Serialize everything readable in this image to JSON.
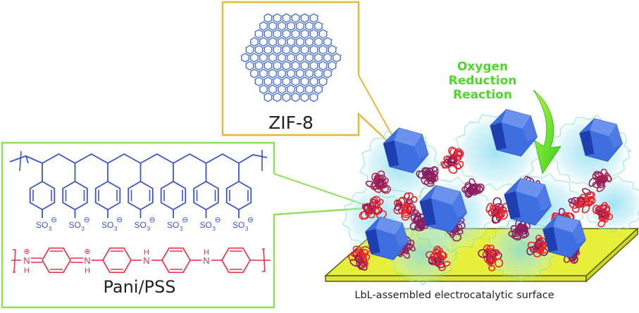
{
  "figure": {
    "zif_callout": {
      "label": "ZIF-8",
      "icon": "zif8-crystal-lattice"
    },
    "polymer_callout": {
      "label": "Pani/PSS",
      "pss": {
        "repeat_units": 7,
        "group_label": "SO",
        "group_subscript": "3",
        "charge": "⊖"
      },
      "pani": {
        "n_label": "N",
        "h_label": "H",
        "charge": "⊕"
      }
    },
    "reaction": {
      "line1": "Oxygen",
      "line2": "Reduction",
      "line3": "Reaction",
      "icon": "curved-arrow-down"
    },
    "surface": {
      "caption": "LbL-assembled electrocatalytic surface"
    },
    "colors": {
      "zif_border": "#e8b83a",
      "polymer_border": "#8fe05a",
      "pss_blue": "#3a55c8",
      "pani_red": "#e5334b",
      "orr_green": "#4ed82a",
      "substrate": "#e6f03a",
      "crystal": "#3d6fe0",
      "coil_red": "#e8222a"
    }
  }
}
